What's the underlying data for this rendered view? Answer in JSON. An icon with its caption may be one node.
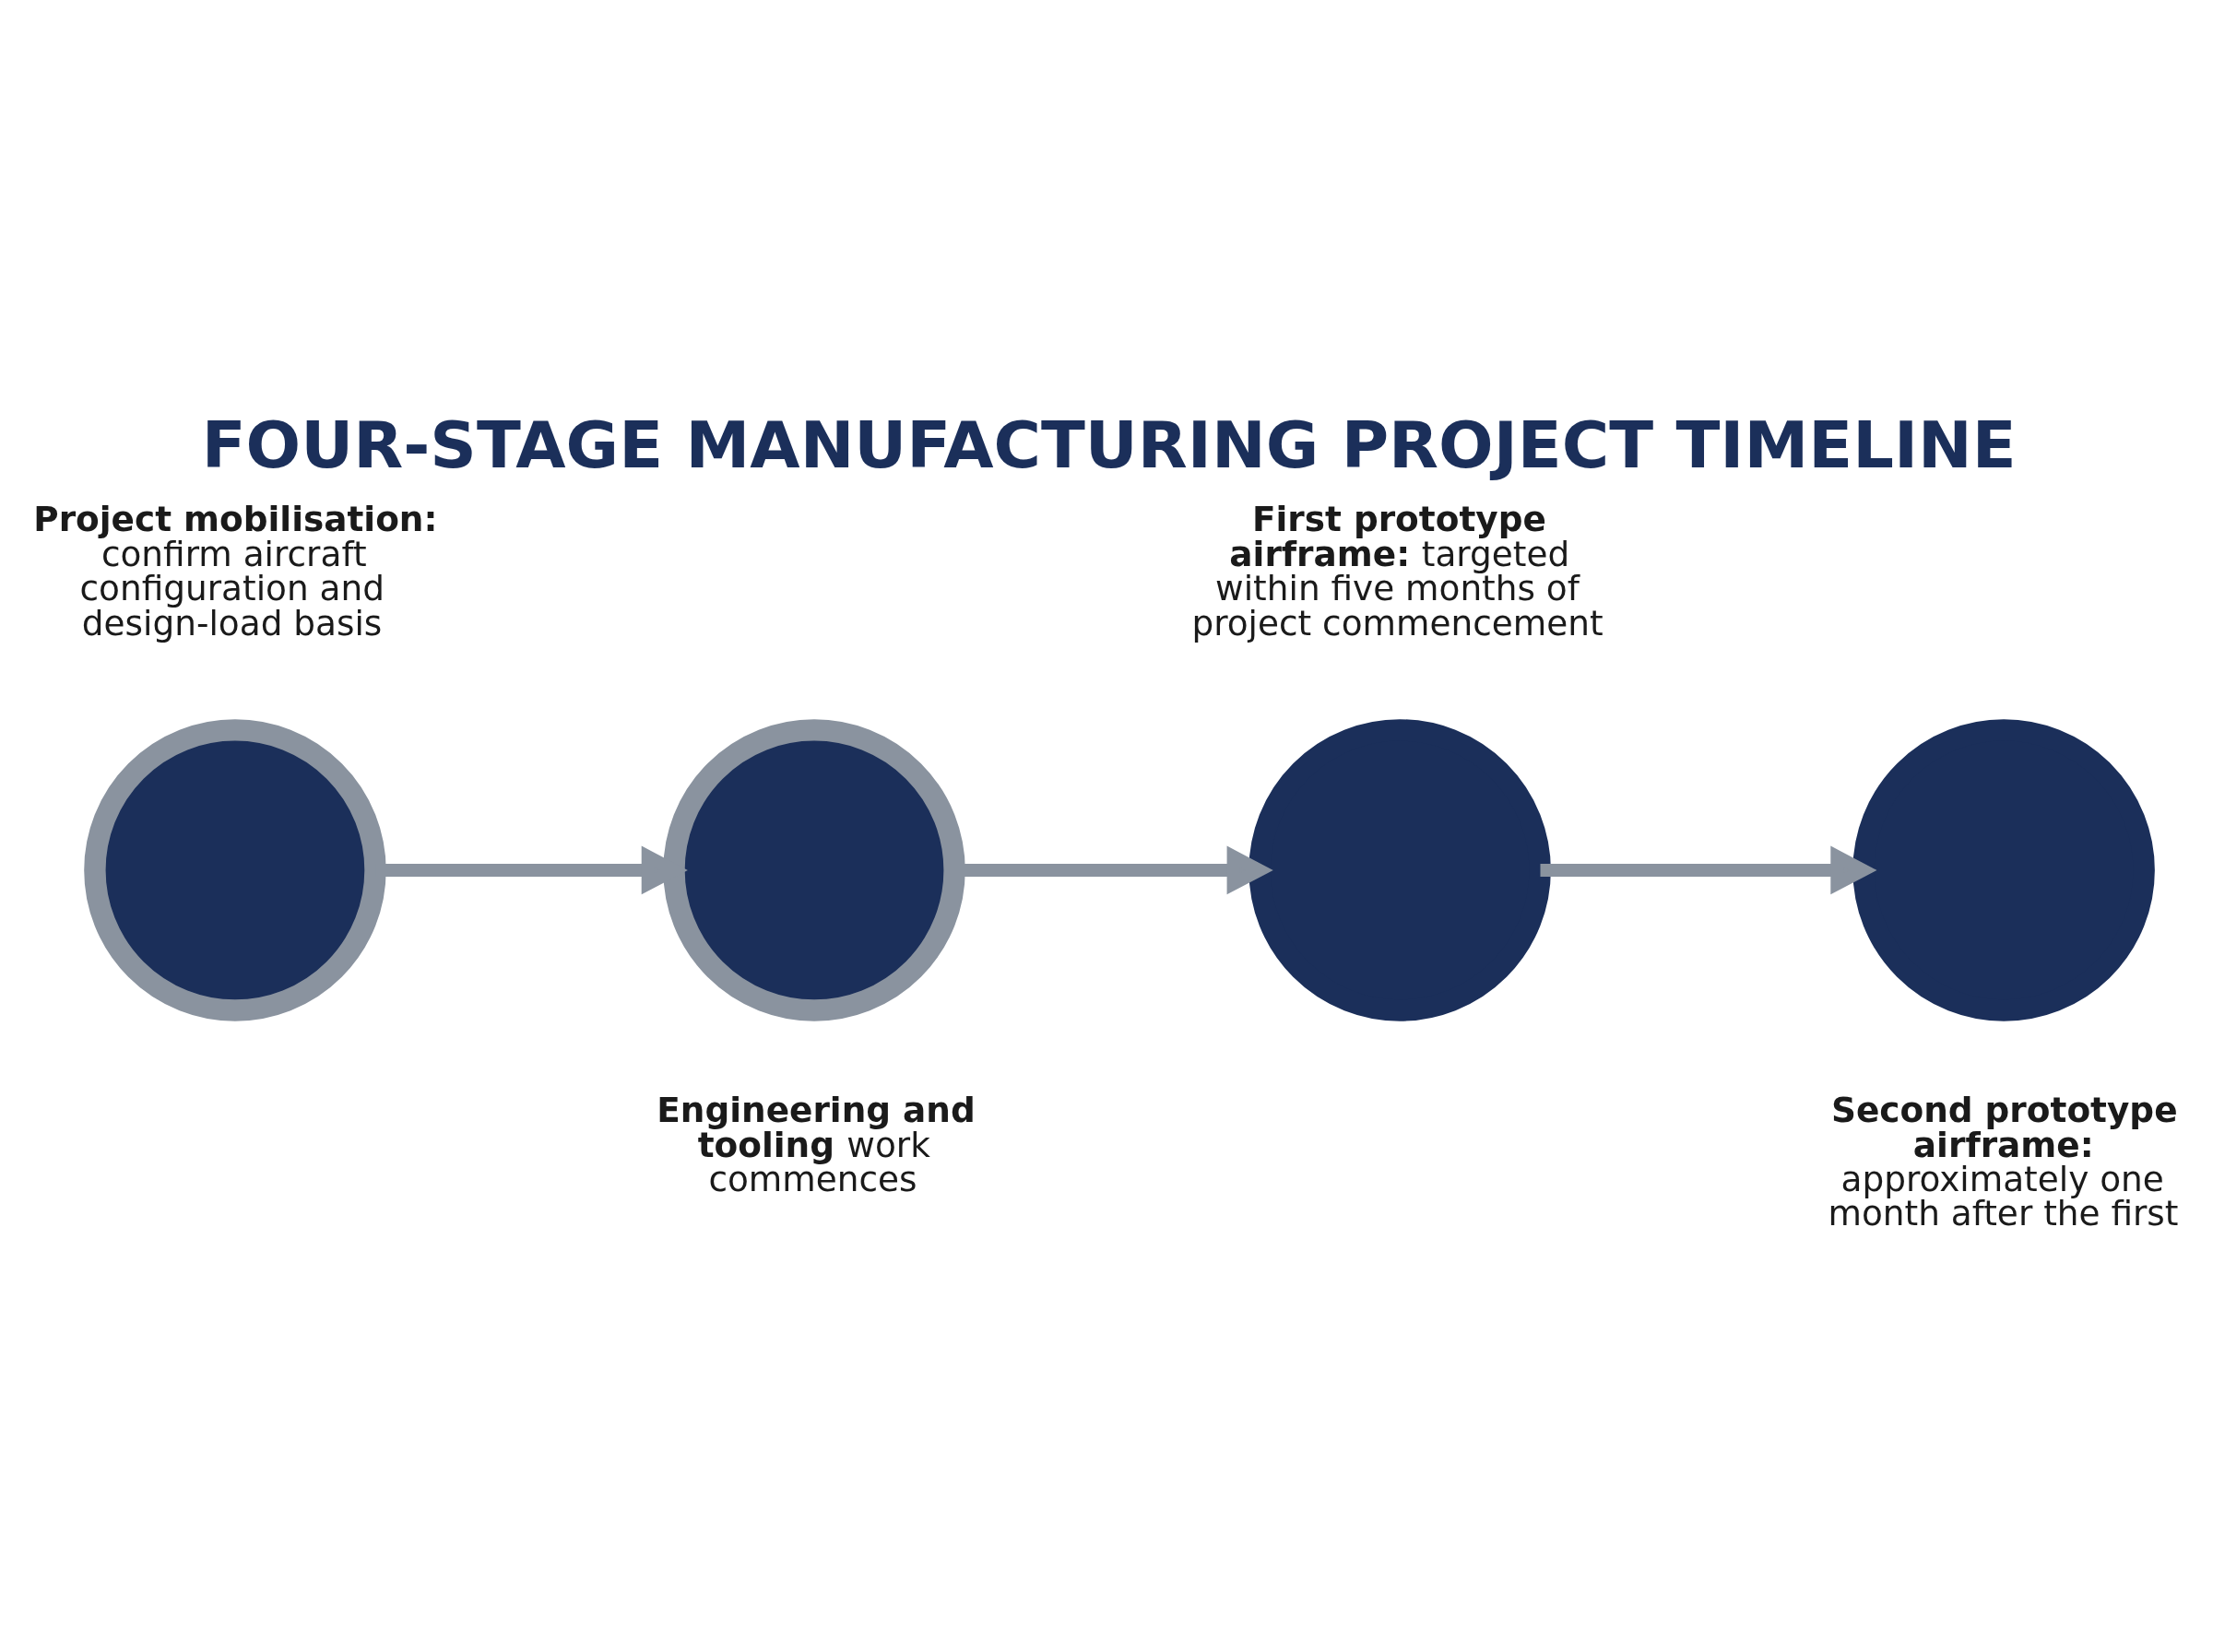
{
  "diagram": {
    "title": "FOUR-STAGE MANUFACTURING PROJECT TIMELINE",
    "nodes": [
      {
        "text": [],
        "shape": "circle",
        "beside": [
          "**Project mobilisation:** confirm aircraft configuration and design-load basis"
        ]
      },
      {
        "text": [],
        "shape": "circle",
        "beside": [
          "**Engineering and tooling** work commences"
        ]
      },
      {
        "text": [],
        "shape": "circle",
        "beside": [
          "**First prototype airframe:** targeted within five months of project commencement"
        ]
      },
      {
        "text": [],
        "shape": "circle",
        "beside": [
          "**Second prototype airframe:** approximately one month after the first"
        ]
      }
    ],
    "edges": [
      {
        "from": 0,
        "to": 1,
        "arrow": "to"
      },
      {
        "from": 1,
        "to": 2,
        "arrow": "to"
      },
      {
        "from": 2,
        "to": 3,
        "arrow": "to"
      }
    ]
  }
}
